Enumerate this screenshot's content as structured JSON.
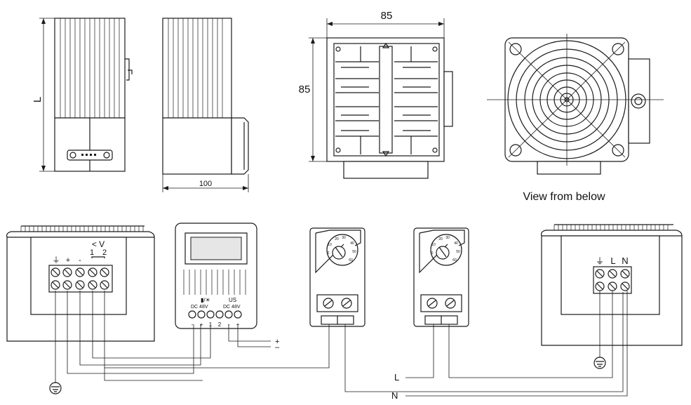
{
  "dimensions": {
    "length_label": "L",
    "depth_label": "100",
    "width_label": "85",
    "height_label": "85"
  },
  "captions": {
    "bottom_view": "View from below"
  },
  "terminals": {
    "heater_left": {
      "voltage_label": "< V",
      "contact_1": "1",
      "contact_2": "2",
      "symbols": [
        "⏚",
        "+",
        "-"
      ]
    },
    "heater_right": {
      "earth_symbol": "⏚",
      "l_label": "L",
      "n_label": "N"
    },
    "hygrostat": {
      "top_label": "▮/☀",
      "top_right_label": "US",
      "dc_left": "DC 48V",
      "dc_right": "DC 48V",
      "pin_labels": [
        "-",
        "+",
        "1",
        "2",
        "-",
        "+"
      ]
    }
  },
  "supply": {
    "plus": "+",
    "minus": "–",
    "l_line": "L",
    "n_line": "N"
  },
  "thermostat_dial": [
    "20",
    "30",
    "40",
    "50",
    "60",
    "0",
    "10"
  ]
}
